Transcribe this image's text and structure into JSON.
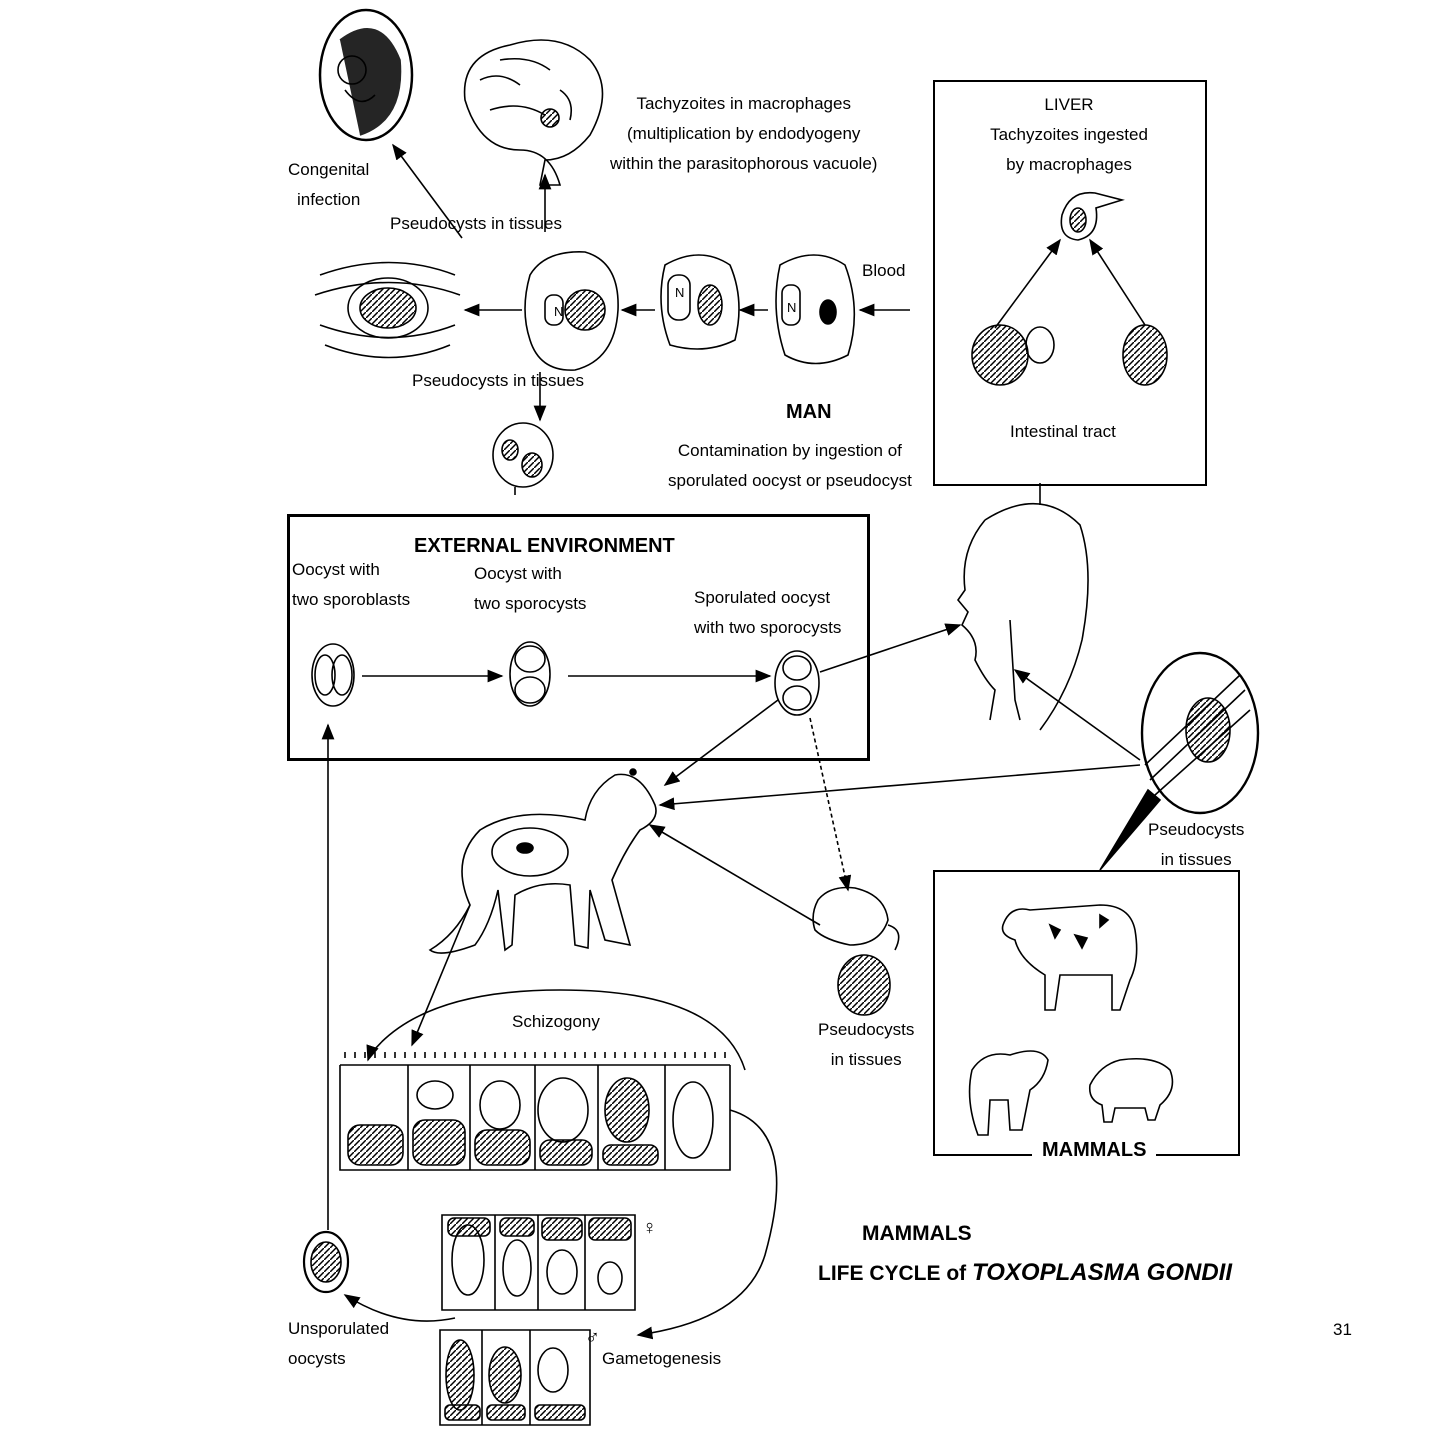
{
  "page_number": "31",
  "title": {
    "line1": "MAMMALS",
    "line2_prefix": "LIFE CYCLE of ",
    "line2_italic": "TOXOPLASMA GONDII"
  },
  "man": {
    "heading": "MAN",
    "contamination": [
      "Contamination by ingestion of",
      "sporulated oocyst or pseudocyst"
    ],
    "blood": "Blood",
    "tachyzoites": [
      "Tachyzoites in macrophages",
      "(multiplication by endodyogeny",
      "within the parasitophorous vacuole)"
    ],
    "congenital": [
      "Congenital",
      "infection"
    ],
    "pseudocysts_top": "Pseudocysts in tissues",
    "pseudocysts_bottom": "Pseudocysts in tissues",
    "nucleus_label": "N"
  },
  "liver": {
    "heading": "LIVER",
    "text": [
      "Tachyzoites ingested",
      "by macrophages"
    ],
    "intestinal": "Intestinal tract"
  },
  "external": {
    "heading": "EXTERNAL ENVIRONMENT",
    "stage1": [
      "Oocyst with",
      "two sporoblasts"
    ],
    "stage2": [
      "Oocyst with",
      "two sporocysts"
    ],
    "stage3": [
      "Sporulated oocyst",
      "with two sporocysts"
    ]
  },
  "mammals": {
    "pseudocysts": [
      "Pseudocysts",
      "in tissues"
    ],
    "box_label": "MAMMALS"
  },
  "mouse": {
    "pseudocysts": [
      "Pseudocysts",
      "in tissues"
    ]
  },
  "cat_cycle": {
    "schizogony": "Schizogony",
    "gametogenesis": "Gametogenesis",
    "unsporulated": [
      "Unsporulated",
      "oocysts"
    ],
    "female_symbol": "♀",
    "male_symbol": "♂"
  },
  "colors": {
    "ink": "#000000",
    "paper": "#ffffff"
  }
}
